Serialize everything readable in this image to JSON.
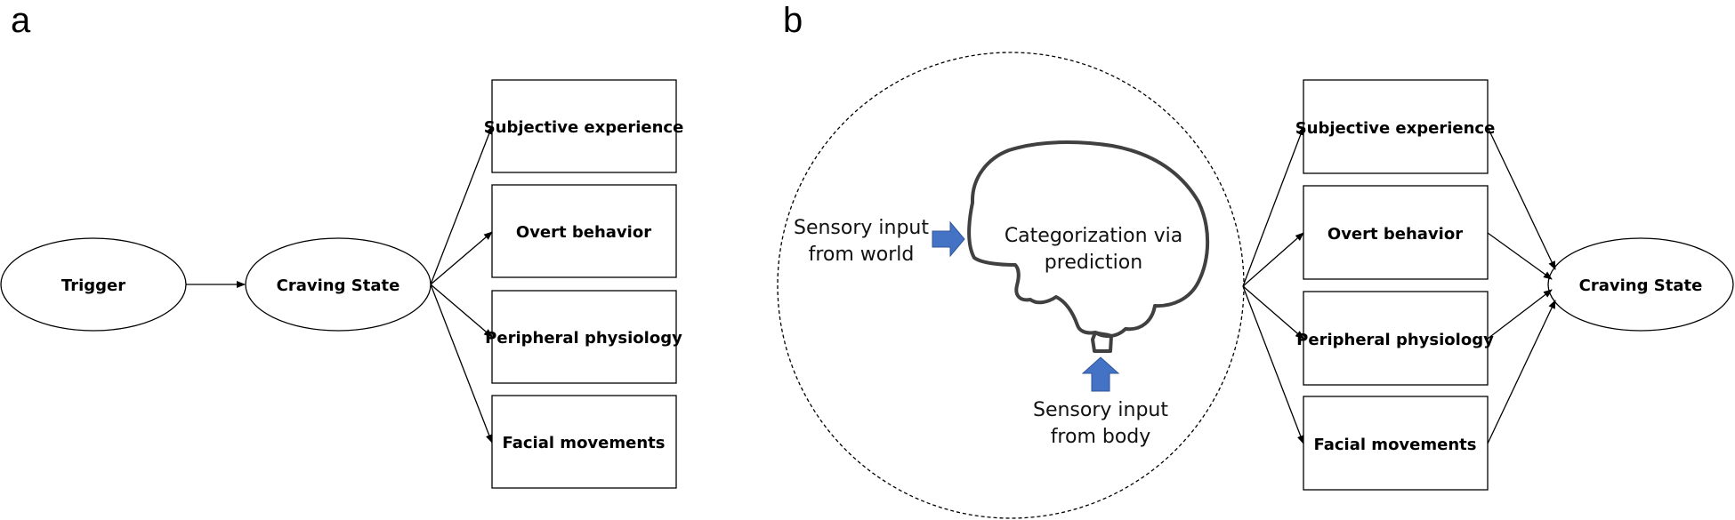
{
  "panels": {
    "a": {
      "letter": "a",
      "trigger": "Trigger",
      "craving_state": "Craving State",
      "outcomes": [
        "Subjective experience",
        "Overt behavior",
        "Peripheral physiology",
        "Facial movements"
      ]
    },
    "b": {
      "letter": "b",
      "brain_text": [
        "Categorization via",
        "prediction"
      ],
      "world_input": [
        "Sensory input",
        "from world"
      ],
      "body_input": [
        "Sensory input",
        "from body"
      ],
      "outcomes": [
        "Subjective experience",
        "Overt behavior",
        "Peripheral physiology",
        "Facial movements"
      ],
      "craving_state": "Craving State"
    }
  },
  "colors": {
    "input_arrow": "#4472C4",
    "brain_outline": "#404040"
  }
}
